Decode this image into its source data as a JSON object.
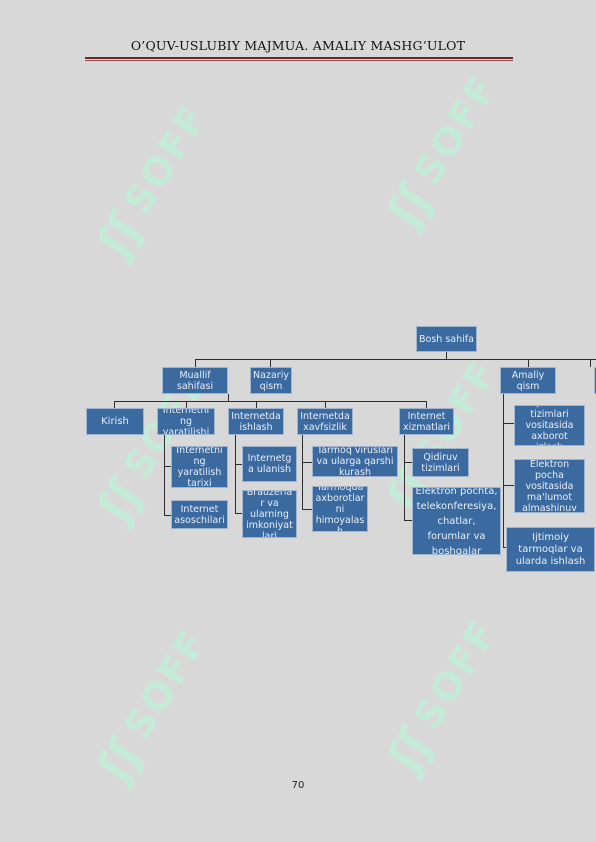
{
  "header": {
    "title": "O’QUV-USLUBIY  MAJMUA.  AMALIY  MASHG’ULOT"
  },
  "watermark": {
    "glyph": "ʃʃ",
    "text": "SOFF"
  },
  "diagram": {
    "root": "Bosh sahifa",
    "level1": {
      "muallif": "Muallif sahifasi",
      "nazariy": "Nazariy qism",
      "amaliy": "Amaliy qism"
    },
    "level2": {
      "kirish": "Kirish",
      "internetning_yaratilishi": "Internetning yaratilishi",
      "internetda_ishlash": "Internetda ishlash",
      "internetda_xavfsizlik": "Internetda xavfsizlik",
      "internet_xizmatlari": "Internet xizmatlari"
    },
    "level3": {
      "yaratilish_tarixi": "Internetning yaratilish tarixi",
      "internet_asoschilari": "Internet asoschilari",
      "internetga_ulanish": "Internetga ulanish",
      "brauzerlar": "Brauzerlar va ularning imkoniyatlari",
      "tarmoq_viruslari": "Tarmoq viruslari va ularga qarshi kurash",
      "axborotlarni_himoyalash": "Tarmoqda axborotlarni himoyalash",
      "qidiruv_tizimlari": "Qidiruv tizimlari",
      "elektron_pochta": "Elektron pochta, telekonferesiya, chatlar, forumlar va boshqalar",
      "amaliy_qidiruv": "Qidiruv tizimlari vositasida axborot izlash",
      "amaliy_pochta": "Elektron pocha vositasida ma'lumot almashinuv",
      "ijtimoiy_tarmoqlar": "Ijtimoiy tarmoqlar va ularda ishlash"
    }
  },
  "footer": {
    "page_number": "70"
  }
}
